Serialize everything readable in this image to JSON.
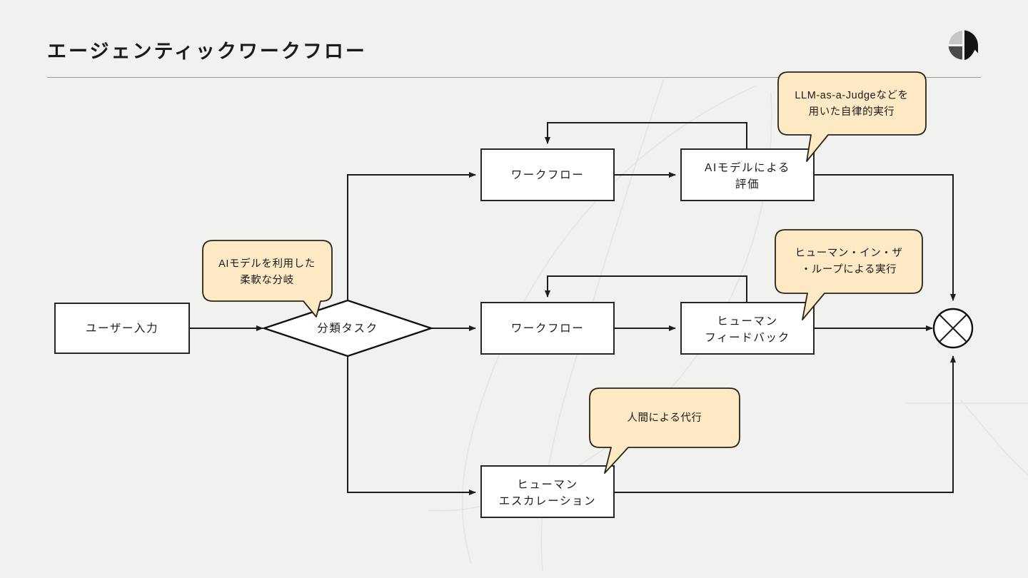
{
  "slide": {
    "title": "エージェンティックワークフロー",
    "background_color": "#f1f1f0",
    "rule_color": "#9a9a9a",
    "logo": {
      "name": "company-logo",
      "colors": [
        "#c6c6c6",
        "#4a4a4a",
        "#141414"
      ]
    }
  },
  "diagram": {
    "type": "flowchart",
    "node_stroke_color": "#262626",
    "node_fill_color": "#ffffff",
    "edge_color": "#1d1d1d",
    "callout_fill_color": "#fdeac4",
    "callout_stroke_color": "#2a2317",
    "nodes": {
      "user_input": {
        "label": "ユーザー入力",
        "shape": "rectangle"
      },
      "classify": {
        "label": "分類タスク",
        "shape": "diamond"
      },
      "workflow_top": {
        "label": "ワークフロー",
        "shape": "rectangle"
      },
      "ai_eval": {
        "label_line1": "AIモデルによる",
        "label_line2": "評価",
        "shape": "rectangle"
      },
      "workflow_mid": {
        "label": "ワークフロー",
        "shape": "rectangle"
      },
      "human_feedback": {
        "label_line1": "ヒューマン",
        "label_line2": "フィードバック",
        "shape": "rectangle"
      },
      "human_escalation": {
        "label_line1": "ヒューマン",
        "label_line2": "エスカレーション",
        "shape": "rectangle"
      },
      "merge": {
        "label": "",
        "shape": "circle-x"
      }
    },
    "callouts": {
      "judge": {
        "line1": "LLM-as-a-Judgeなどを",
        "line2": "用いた自律的実行"
      },
      "hitl": {
        "line1": "ヒューマン・イン・ザ",
        "line2": "・ループによる実行"
      },
      "human_proxy": {
        "line1": "人間による代行",
        "line2": ""
      },
      "flexible_branch": {
        "line1": "AIモデルを利用した",
        "line2": "柔軟な分岐"
      }
    }
  }
}
